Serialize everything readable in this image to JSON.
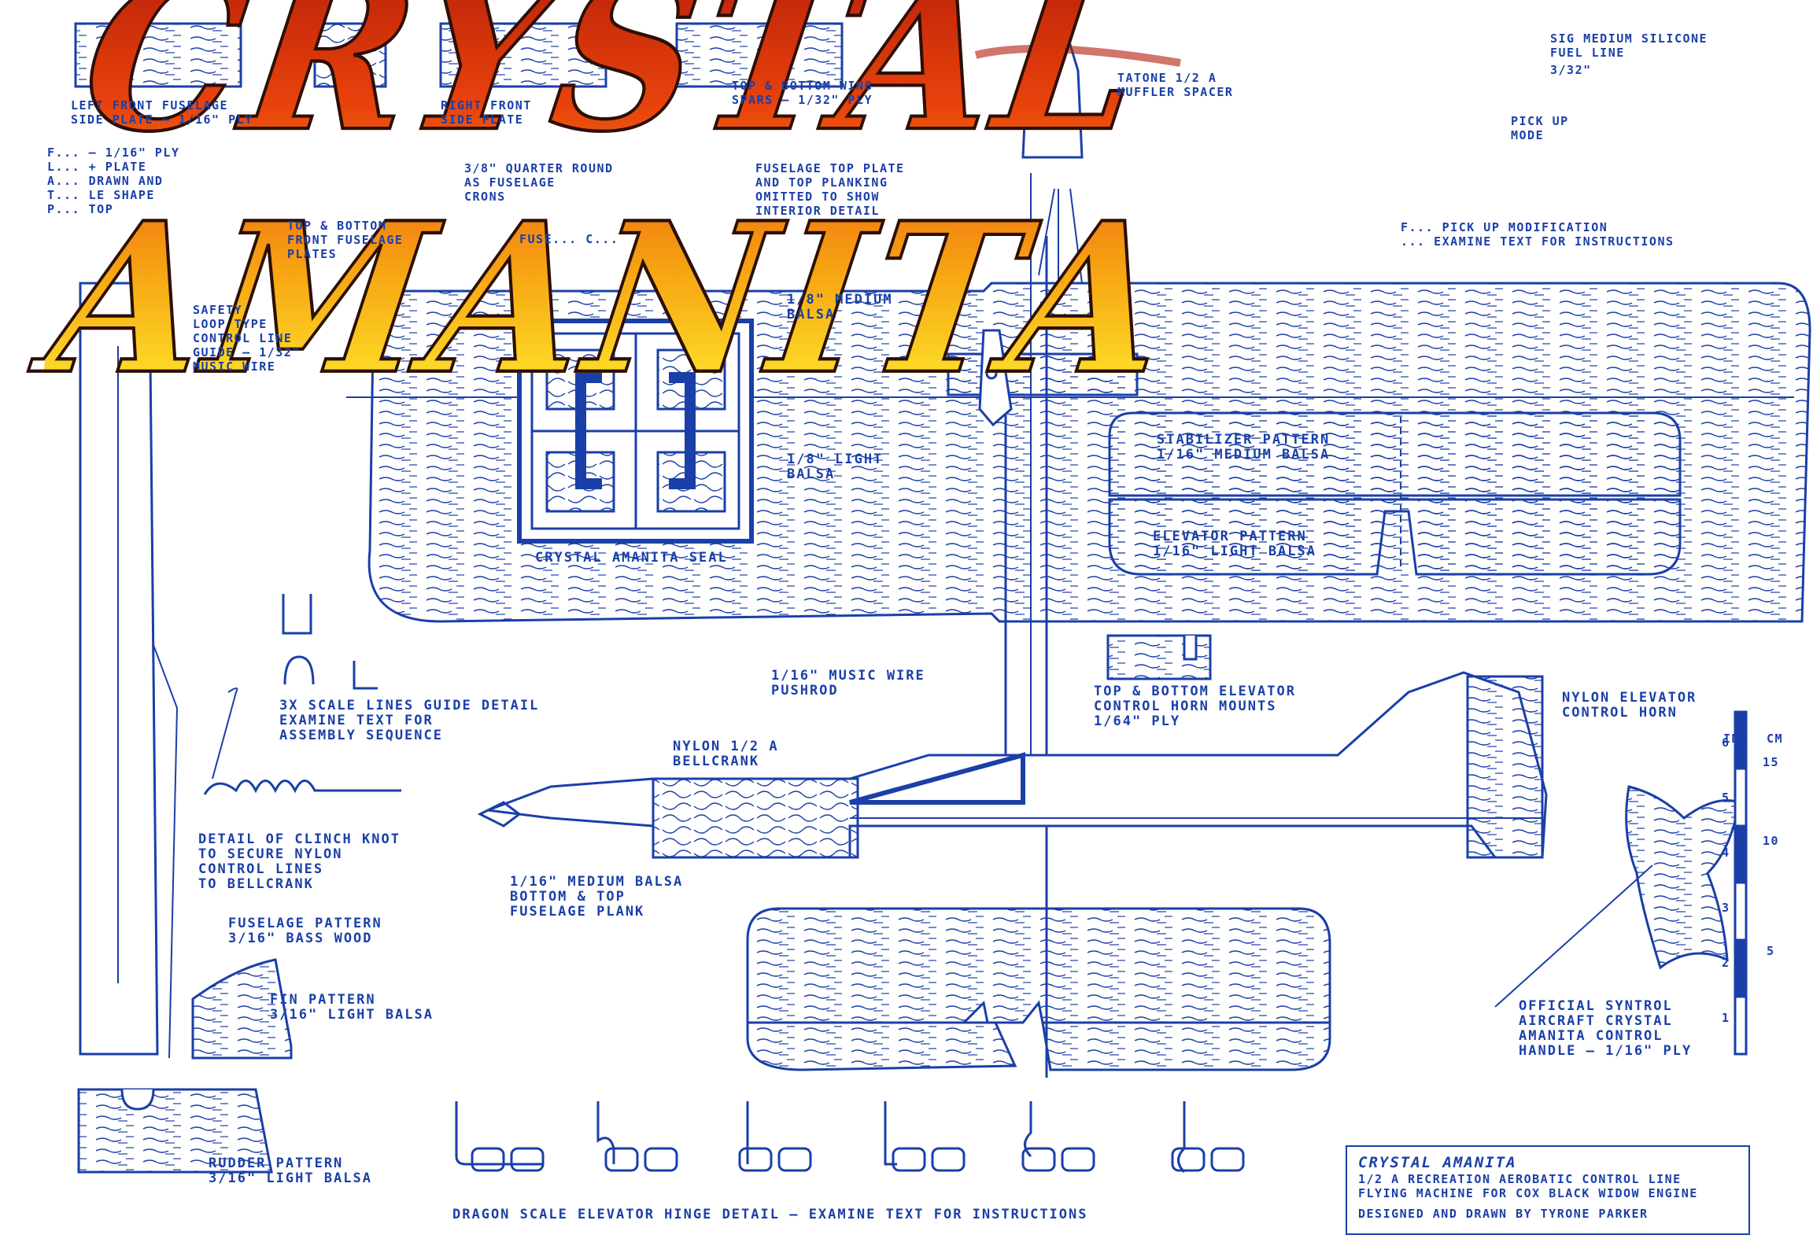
{
  "title": "CRYSTAL AMANITA",
  "labels": {
    "left_fuselage": "LEFT FRONT FUSELAGE\nSIDE PLATE — 1/16\" PLY",
    "right_fuselage": "RIGHT FRONT\nSIDE PLATE",
    "wing_spars": "TOP & BOTTOM WING\nSPARS — 1/32\" PLY",
    "tatone": "TATONE 1/2 A\nMUFFLER SPACER",
    "sig_fuel": "SIG MEDIUM SILICONE\nFUEL LINE",
    "fuel_3_32": "3/32\"",
    "fuselage_ply": "F... — 1/16\" PLY\nL... + PLATE\nA... DRAWN AND\nT... LE SHAPE\nP... TOP",
    "quarter_round": "3/8\" QUARTER ROUND\nAS FUSELAGE\nCRONS",
    "top_plate": "FUSELAGE TOP PLATE\nAND TOP PLANKING\nOMITTED TO SHOW\nINTERIOR DETAIL",
    "top_bottom_front": "TOP & BOTTOM\nFRONT FUSELAGE\nPLATES",
    "fuse_c": "FUSE... C...",
    "pickup": "PICK UP\nMODE",
    "pick_mod": "F... PICK UP MODIFICATION\n... EXAMINE TEXT FOR INSTRUCTIONS",
    "safety": "SAFETY\nLOOP TYPE\nCONTROL LINE\nGUIDE — 1/32\"\nMUSIC WIRE",
    "medium_balsa": "1/8\" MEDIUM\nBALSA",
    "light_balsa": "1/8\" LIGHT\nBALSA",
    "seal": "CRYSTAL AMANITA SEAL",
    "stab": "STABILIZER PATTERN\n1/16\" MEDIUM BALSA",
    "elev": "ELEVATOR PATTERN\n1/16\" LIGHT BALSA",
    "lines_guide": "3X SCALE LINES GUIDE DETAIL\nEXAMINE TEXT FOR\nASSEMBLY SEQUENCE",
    "pushrod": "1/16\" MUSIC WIRE\nPUSHROD",
    "horn_mounts": "TOP & BOTTOM ELEVATOR\nCONTROL HORN MOUNTS\n1/64\" PLY",
    "nylon_horn": "NYLON ELEVATOR\nCONTROL HORN",
    "bellcrank": "NYLON 1/2 A\nBELLCRANK",
    "clinch": "DETAIL OF CLINCH KNOT\nTO SECURE NYLON\nCONTROL LINES\nTO BELLCRANK",
    "plank": "1/16\" MEDIUM BALSA\nBOTTOM & TOP\nFUSELAGE PLANK",
    "fuse_pattern": "FUSELAGE PATTERN\n3/16\" BASS WOOD",
    "fin": "FIN PATTERN\n3/16\" LIGHT BALSA",
    "rudder": "RUDDER PATTERN\n3/16\" LIGHT BALSA",
    "handle": "OFFICIAL SYNTROL\nAIRCRAFT CRYSTAL\nAMANITA CONTROL\nHANDLE — 1/16\" PLY",
    "hinge": "DRAGON SCALE ELEVATOR HINGE DETAIL — EXAMINE TEXT FOR INSTRUCTIONS",
    "ruler_in": "IN.",
    "ruler_cm": "CM"
  },
  "info_box": {
    "title": "CRYSTAL AMANITA",
    "line1": "1/2 A RECREATION AEROBATIC CONTROL LINE",
    "line2": "FLYING MACHINE FOR COX BLACK WIDOW ENGINE",
    "credit": "DESIGNED AND DRAWN BY TYRONE PARKER"
  },
  "ruler": {
    "inches": [
      "1",
      "2",
      "3",
      "4",
      "5",
      "6"
    ],
    "cm": [
      "5",
      "10",
      "15"
    ]
  },
  "colors": {
    "ink": "#1a3fa8",
    "title_top": "#b01a08",
    "title_bottom": "#fff230"
  }
}
